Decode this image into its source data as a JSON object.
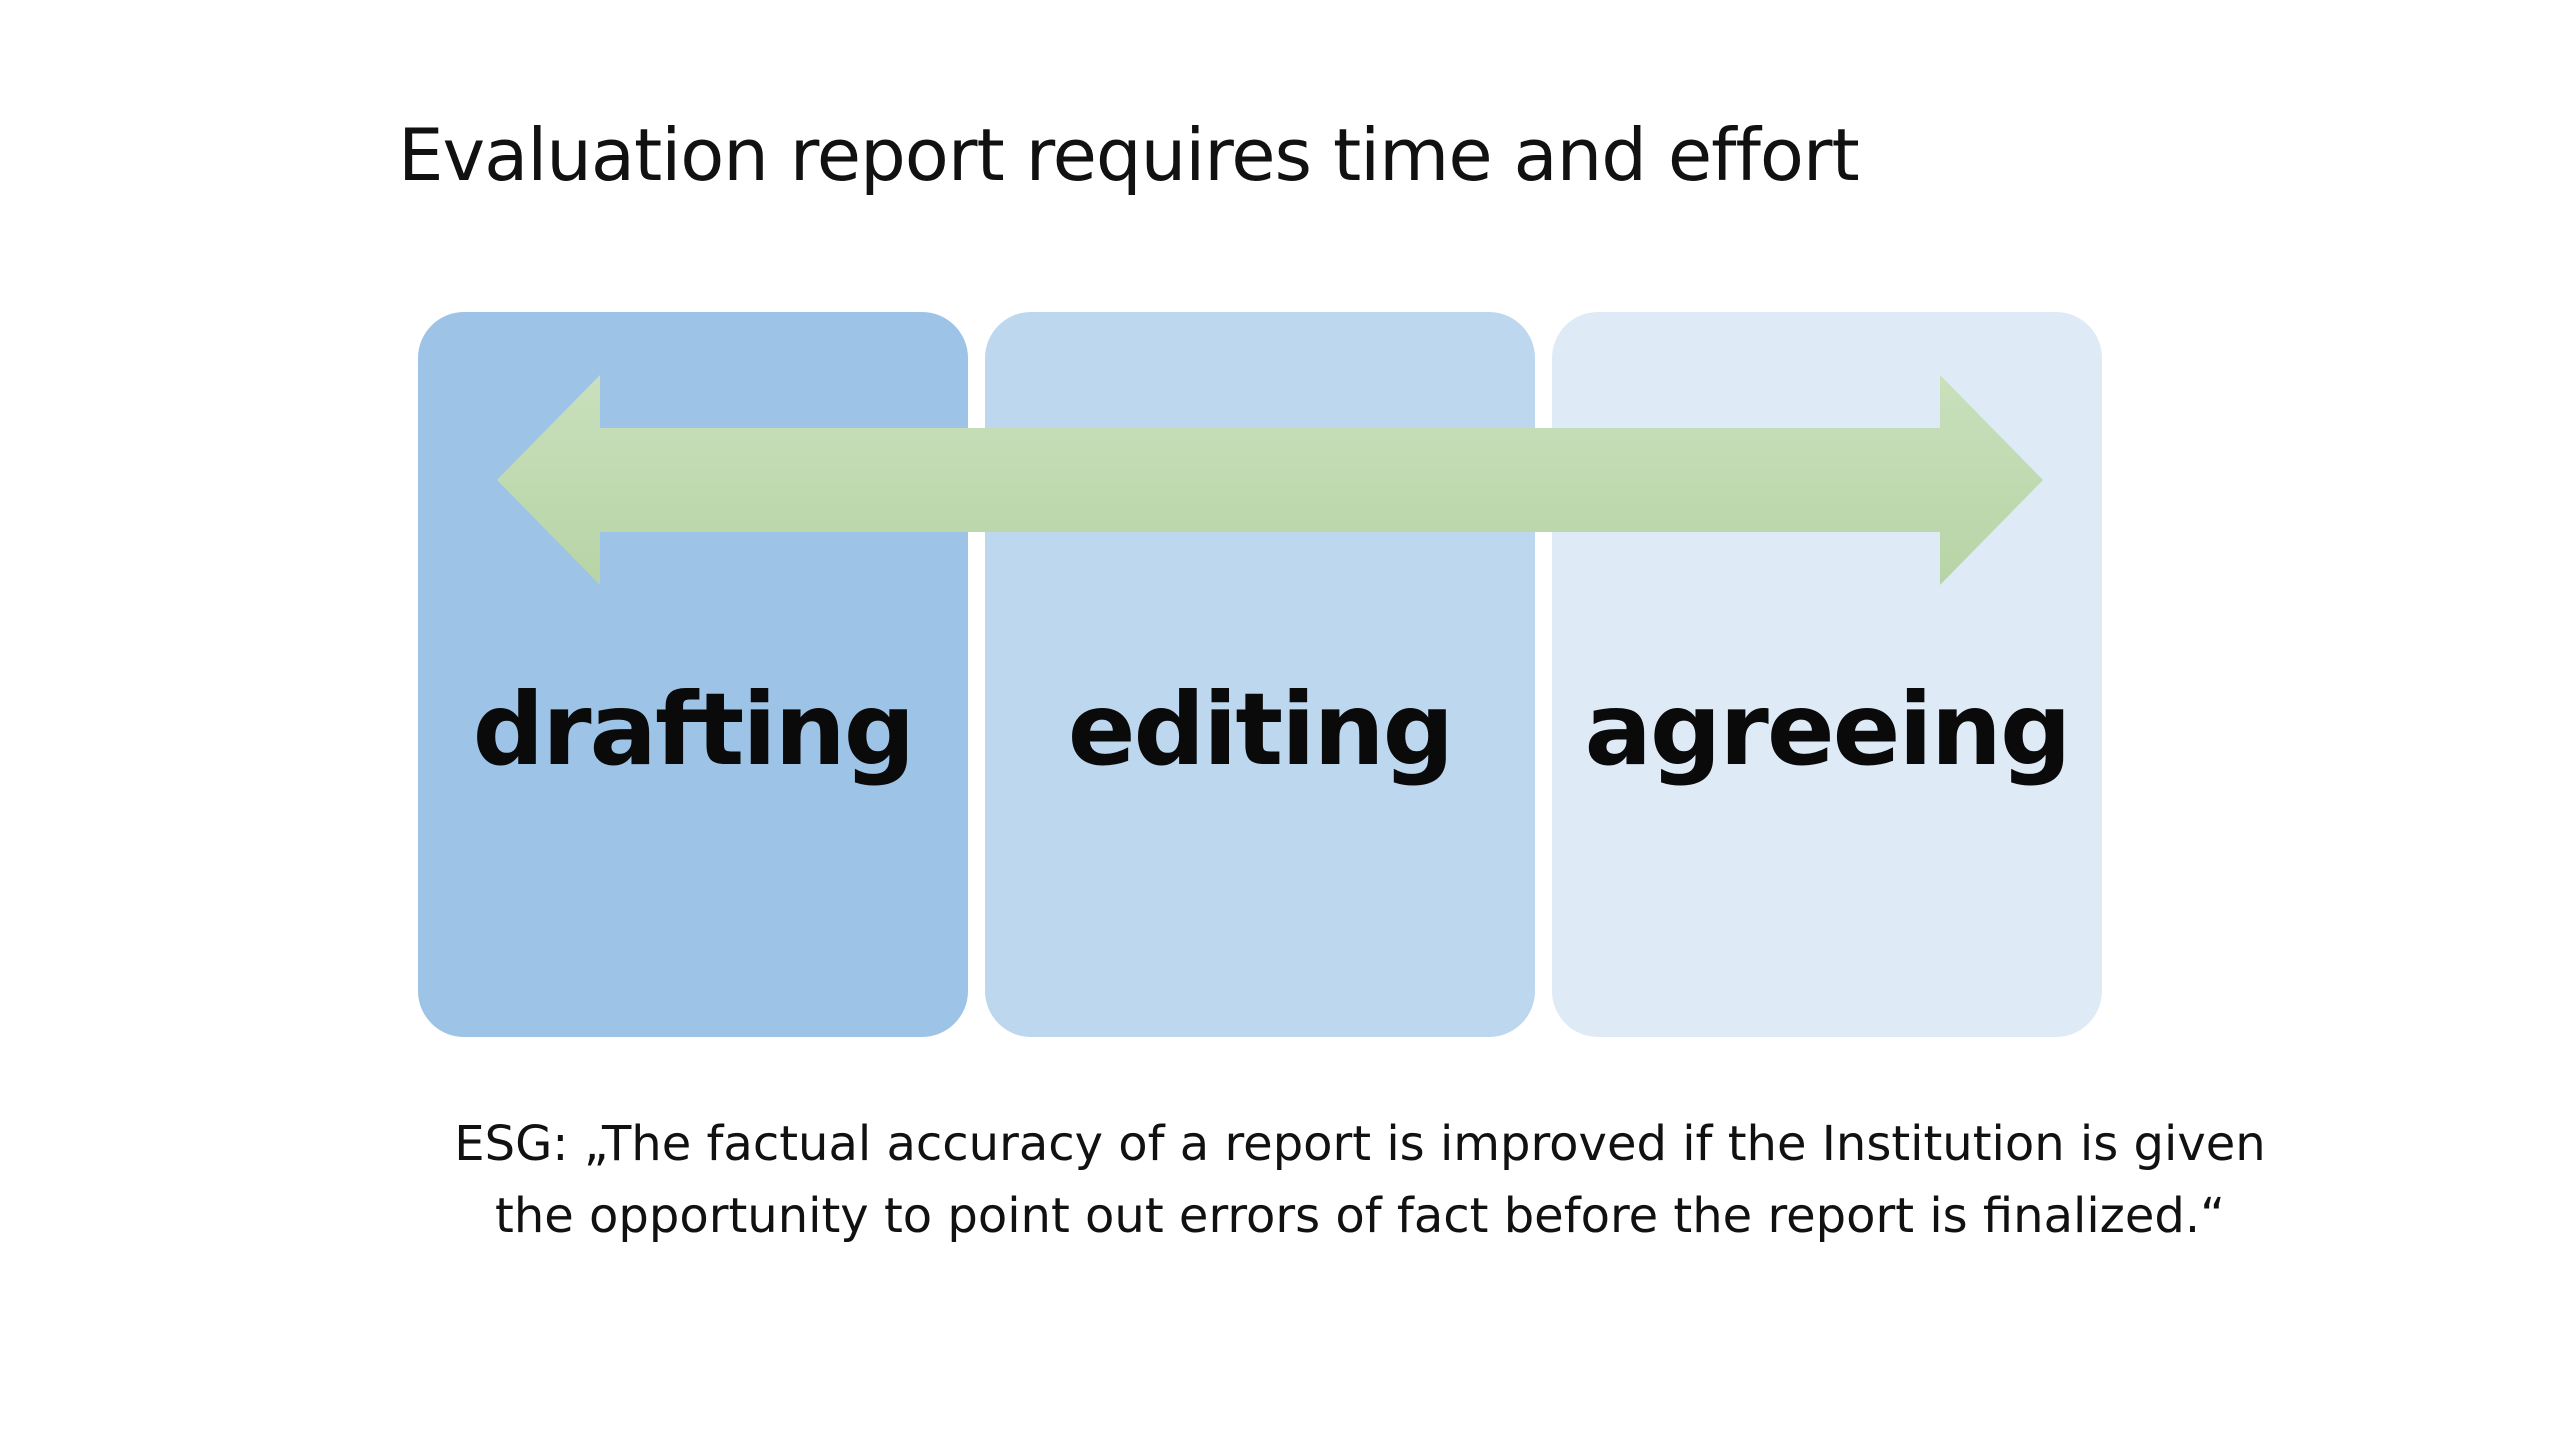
{
  "slide": {
    "title": "Evaluation report requires time and effort",
    "stages": [
      {
        "label": "drafting",
        "color": "#9dc3e6"
      },
      {
        "label": "editing",
        "color": "#bdd7ee"
      },
      {
        "label": "agreeing",
        "color": "#deebf7"
      }
    ],
    "arrow": {
      "type": "double-headed-arrow",
      "color": "#c3dbb5"
    },
    "quote_line1": "ESG: „The factual accuracy of a report is improved if the Institution is given",
    "quote_line2": "the opportunity to point out errors of fact before the report is finalized.“"
  }
}
